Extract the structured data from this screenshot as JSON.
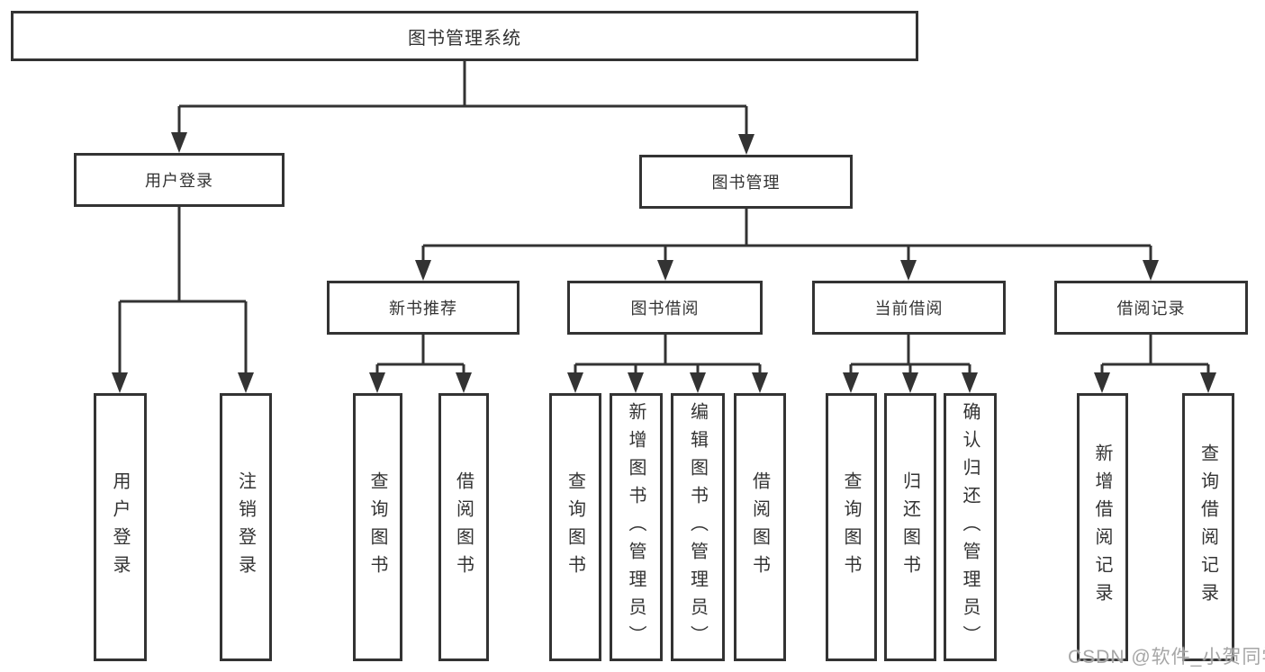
{
  "diagram_title": "图书管理系统",
  "colors": {
    "line": "#333333",
    "text": "#333333",
    "background": "#ffffff",
    "watermark": "#9e9e9e"
  },
  "watermark": {
    "text": "CSDN @软件_小贺同学"
  },
  "nodes": {
    "root": {
      "label": "图书管理系统"
    },
    "level2": [
      {
        "label": "用户登录"
      },
      {
        "label": "图书管理"
      }
    ],
    "level3": [
      {
        "label": "新书推荐",
        "parent": "图书管理"
      },
      {
        "label": "图书借阅",
        "parent": "图书管理"
      },
      {
        "label": "当前借阅",
        "parent": "图书管理"
      },
      {
        "label": "借阅记录",
        "parent": "图书管理"
      }
    ],
    "leaves": [
      {
        "label": "用户登录",
        "parent": "用户登录"
      },
      {
        "label": "注销登录",
        "parent": "用户登录"
      },
      {
        "label": "查询图书",
        "parent": "新书推荐"
      },
      {
        "label": "借阅图书",
        "parent": "新书推荐"
      },
      {
        "label": "查询图书",
        "parent": "图书借阅"
      },
      {
        "label": "新增图书（管理员）",
        "parent": "图书借阅"
      },
      {
        "label": "编辑图书（管理员）",
        "parent": "图书借阅"
      },
      {
        "label": "借阅图书",
        "parent": "图书借阅"
      },
      {
        "label": "查询图书",
        "parent": "当前借阅"
      },
      {
        "label": "归还图书",
        "parent": "当前借阅"
      },
      {
        "label": "确认归还（管理员）",
        "parent": "当前借阅"
      },
      {
        "label": "新增借阅记录",
        "parent": "借阅记录"
      },
      {
        "label": "查询借阅记录",
        "parent": "借阅记录"
      }
    ]
  }
}
